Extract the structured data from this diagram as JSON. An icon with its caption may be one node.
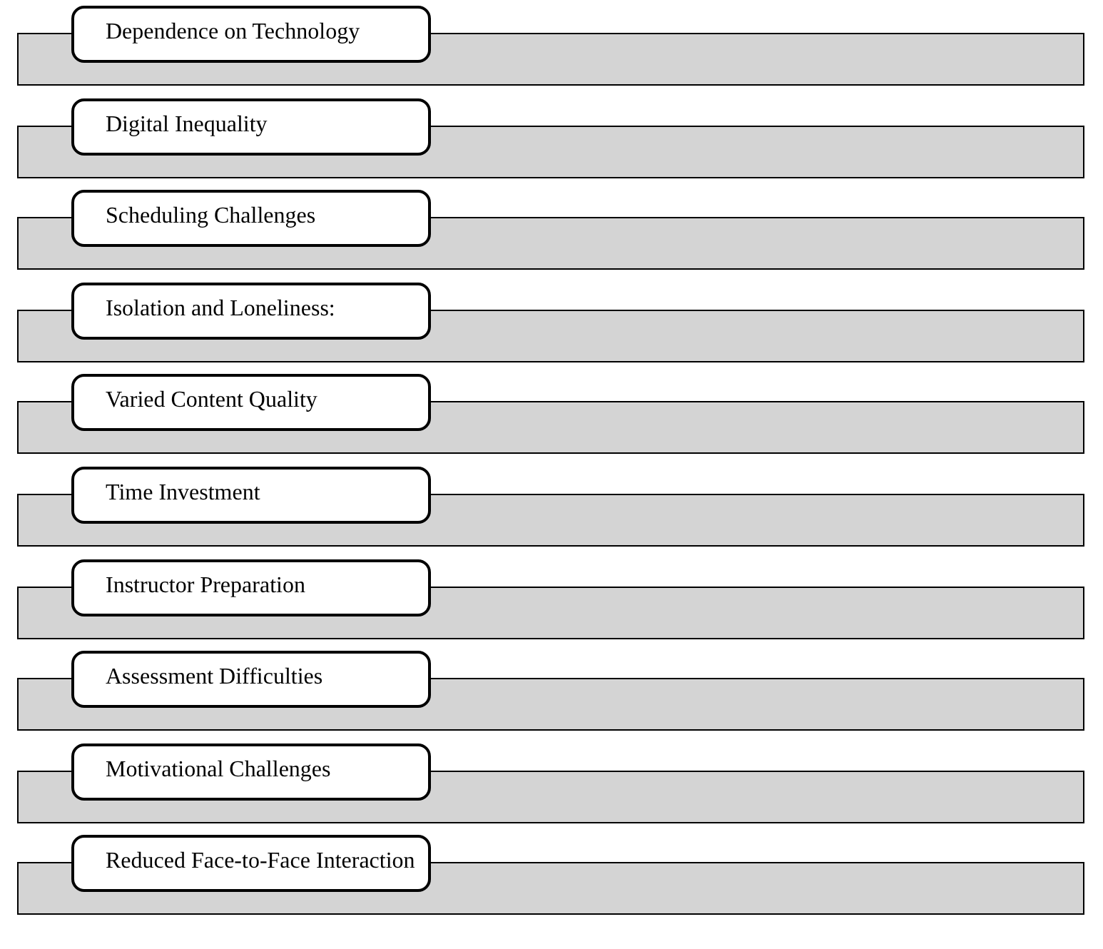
{
  "diagram": {
    "nodes": [
      {
        "text": [
          "Dependence on Technology"
        ]
      },
      {
        "text": [
          "Digital Inequality"
        ]
      },
      {
        "text": [
          "Scheduling Challenges"
        ]
      },
      {
        "text": [
          "Isolation and Loneliness:"
        ]
      },
      {
        "text": [
          "Varied Content Quality"
        ]
      },
      {
        "text": [
          "Time Investment"
        ]
      },
      {
        "text": [
          "Instructor Preparation"
        ]
      },
      {
        "text": [
          "Assessment Difficulties"
        ]
      },
      {
        "text": [
          "Motivational Challenges"
        ]
      },
      {
        "text": [
          "Reduced Face-to-Face Interaction"
        ]
      }
    ]
  }
}
